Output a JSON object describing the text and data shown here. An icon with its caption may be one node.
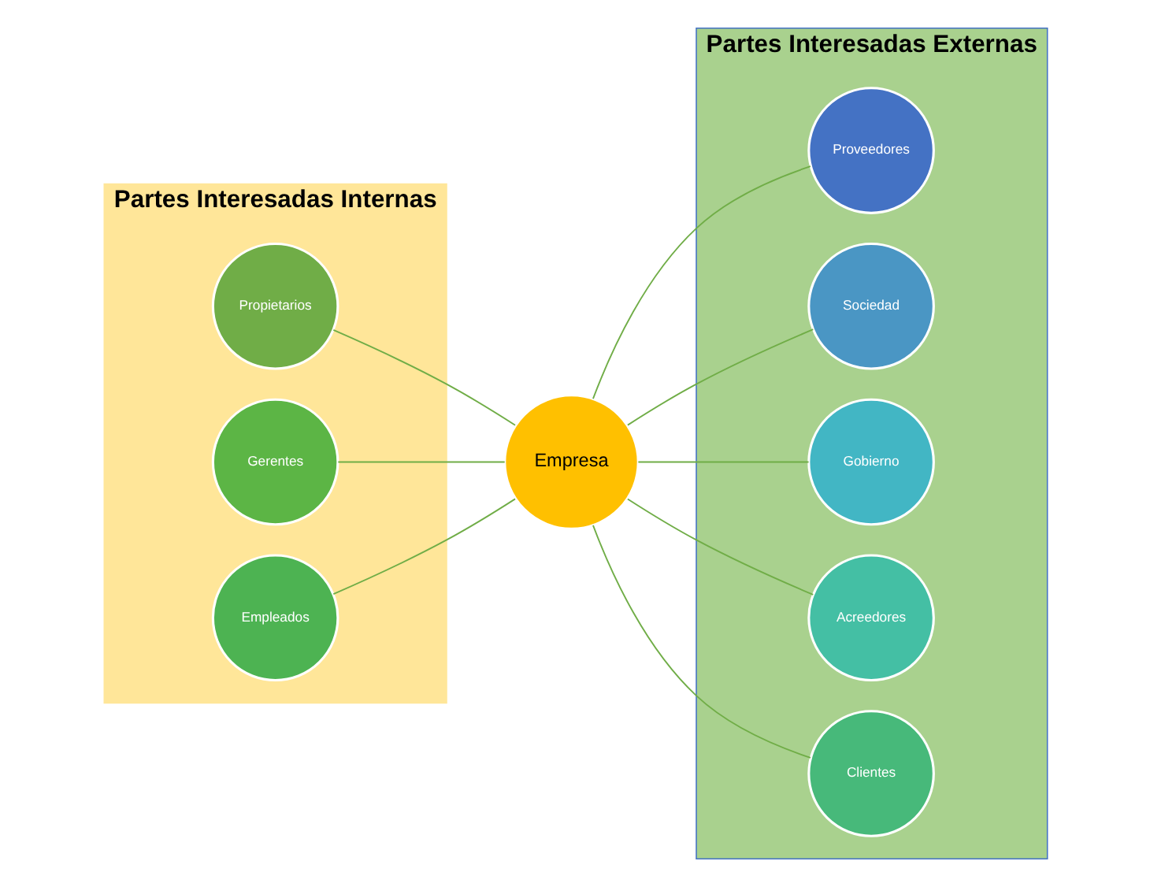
{
  "diagram": {
    "nodes": [
      {
        "text": [
          "Partes Interesadas Internas"
        ]
      },
      {
        "text": [
          "Partes Interesadas Externas"
        ]
      },
      {
        "text": [
          "Propietarios"
        ],
        "in": 0
      },
      {
        "text": [
          "Gerentes"
        ],
        "in": 0
      },
      {
        "text": [
          "Empleados"
        ],
        "in": 0
      },
      {
        "text": [
          "Proveedores"
        ],
        "in": 1
      },
      {
        "text": [
          "Sociedad"
        ],
        "in": 1
      },
      {
        "text": [
          "Gobierno"
        ],
        "in": 1
      },
      {
        "text": [
          "Acreedores"
        ],
        "in": 1
      },
      {
        "text": [
          "Clientes"
        ],
        "in": 1
      },
      {
        "text": [
          "Empresa"
        ]
      }
    ],
    "edges": [
      {
        "from": 2,
        "to": 10,
        "arrow": "none"
      },
      {
        "from": 3,
        "to": 10,
        "arrow": "none"
      },
      {
        "from": 4,
        "to": 10,
        "arrow": "none"
      },
      {
        "from": 10,
        "to": 5,
        "arrow": "none"
      },
      {
        "from": 10,
        "to": 6,
        "arrow": "none"
      },
      {
        "from": 10,
        "to": 7,
        "arrow": "none"
      },
      {
        "from": 10,
        "to": 8,
        "arrow": "none"
      },
      {
        "from": 10,
        "to": 9,
        "arrow": "none"
      }
    ]
  }
}
